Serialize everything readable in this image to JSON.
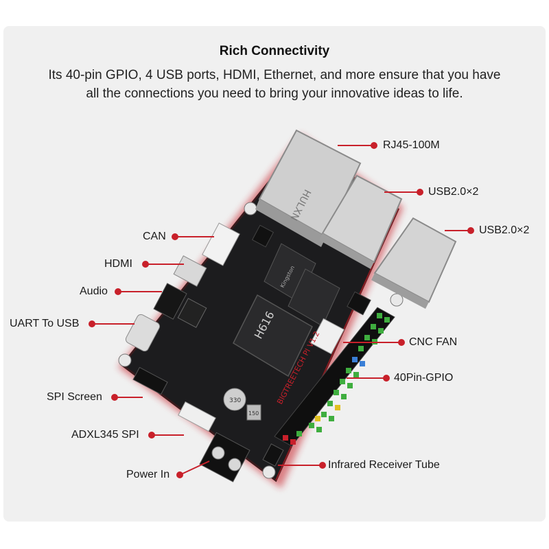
{
  "header": {
    "title": "Rich Connectivity",
    "description_line1": "Its 40-pin GPIO, 4 USB ports, HDMI, Ethernet, and more ensure that you have",
    "description_line2": "all the connections you need to bring your innovative ideas to life."
  },
  "callouts": {
    "rj45": "RJ45-100M",
    "usb_a": "USB2.0×2",
    "usb_b": "USB2.0×2",
    "can": "CAN",
    "hdmi": "HDMI",
    "audio": "Audio",
    "uart": "UART To USB",
    "cnc_fan": "CNC FAN",
    "gpio": "40Pin-GPIO",
    "spi_screen": "SPI Screen",
    "adxl": "ADXL345 SPI",
    "power": "Power In",
    "ir": "Infrared Receiver Tube"
  },
  "board_marks": {
    "rj45_brand": "HULXN",
    "soc": "H616",
    "ram_brand": "Kingston",
    "board_name": "BIGTREETECH PI V1.2",
    "inductor": "330",
    "cap": "150"
  },
  "colors": {
    "accent": "#c8202a",
    "pcb": "#1c1c1e",
    "gpio_green": "#3fae3f",
    "gpio_yellow": "#e0c020",
    "gpio_blue": "#3a7fd6"
  }
}
